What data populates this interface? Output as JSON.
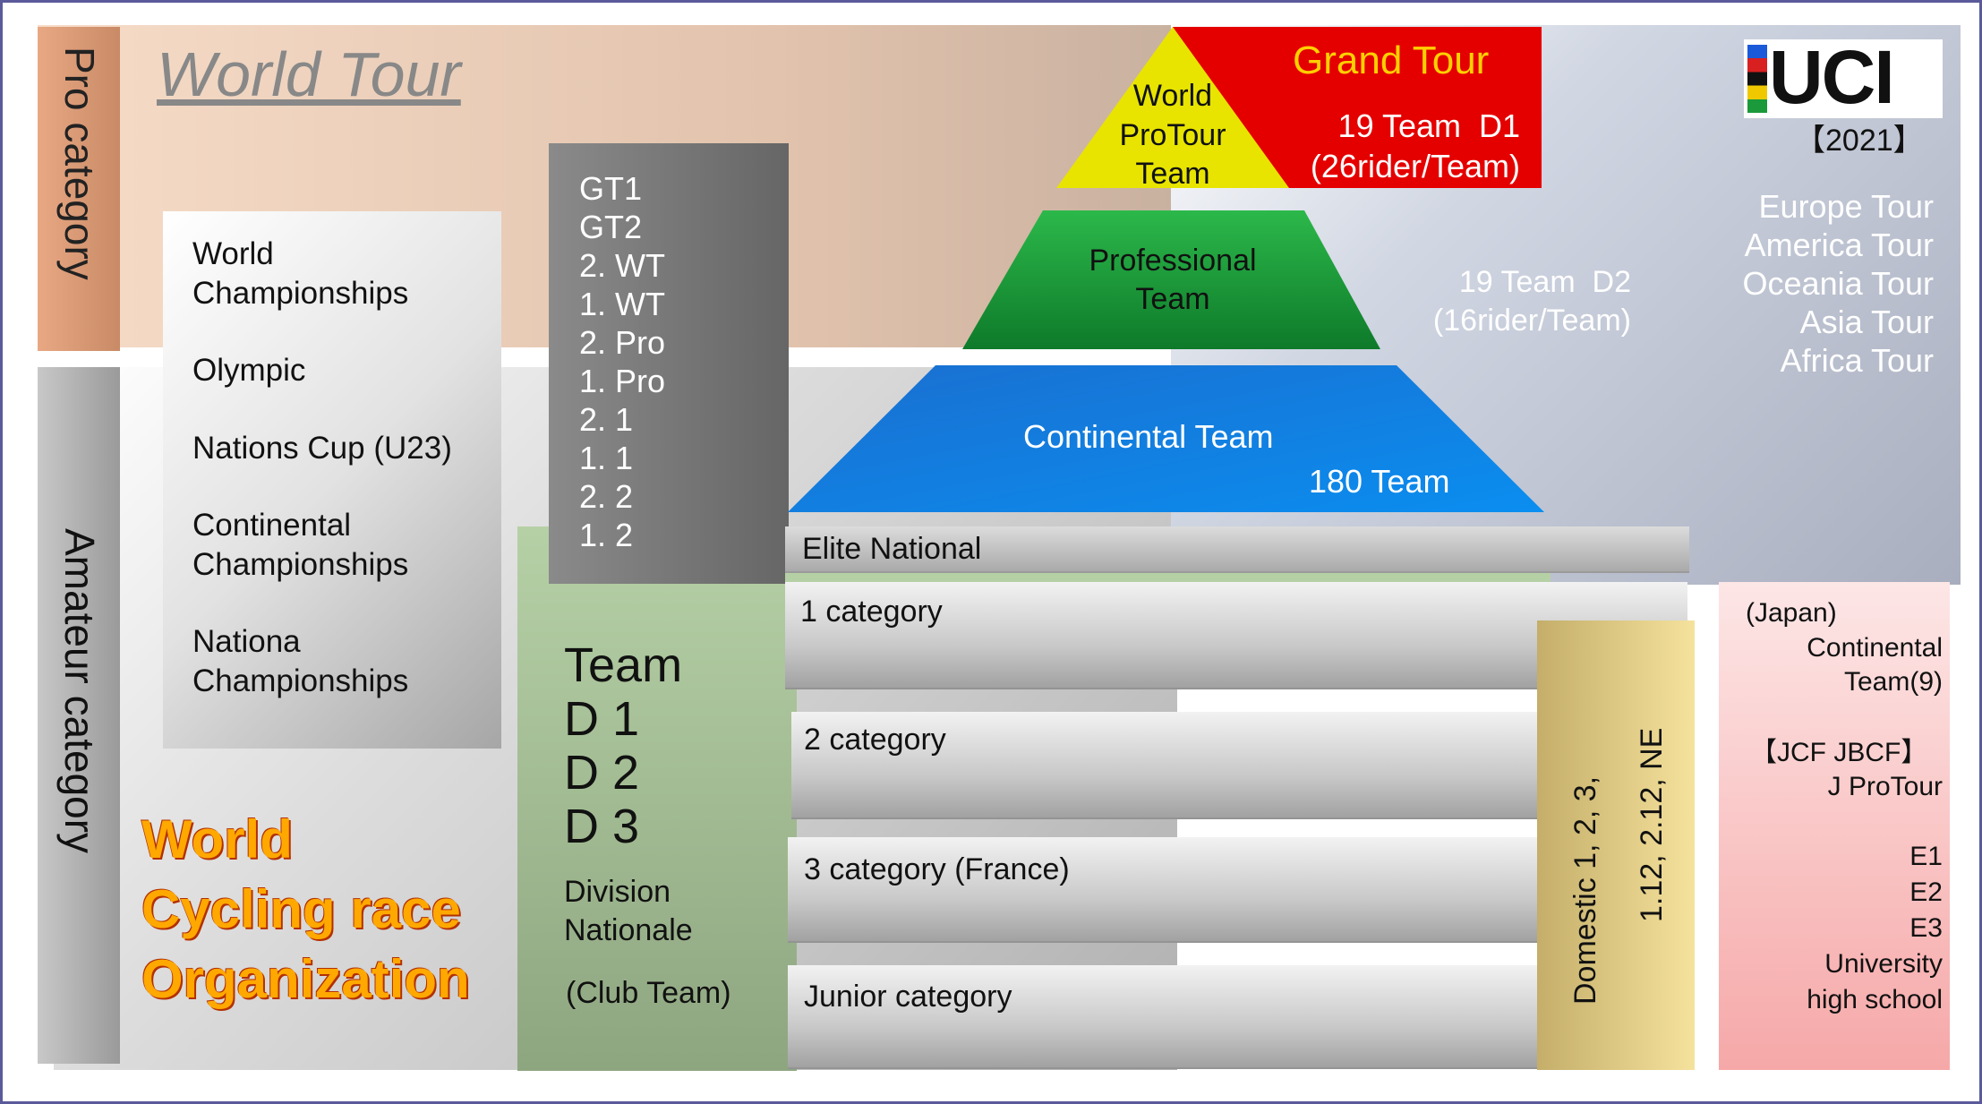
{
  "colors": {
    "grand_tour": "#e30000",
    "protour": "#e8e000",
    "professional": "#1a9c3a",
    "continental": "#0a7fe0",
    "pro_band": "#e8c8b0",
    "amateur_band": "#c9c9c9",
    "club_team": "#a9c59a",
    "domestic": "#e6d488",
    "japan": "#f6a8a8"
  },
  "header": {
    "title": "World Tour"
  },
  "side_labels": {
    "pro": "Pro category",
    "amateur": "Amateur category"
  },
  "logo": {
    "text": "UCI",
    "year": "【2021】"
  },
  "continental_tours": [
    "Europe Tour",
    "America Tour",
    "Oceania Tour",
    "Asia Tour",
    "Africa Tour"
  ],
  "pyramid": {
    "grand_tour": {
      "title": "Grand Tour",
      "detail": "19 Team  D1\n(26rider/Team)"
    },
    "protour": {
      "label": "World\nProTour\nTeam"
    },
    "professional": {
      "label": "Professional\nTeam",
      "detail": "19 Team  D2\n(16rider/Team)"
    },
    "continental": {
      "label": "Continental Team",
      "count": "180 Team"
    }
  },
  "competitions": [
    "World\nChampionships",
    "Olympic",
    "Nations Cup (U23)",
    "Continental\nChampionships",
    "Nationa\nChampionships"
  ],
  "race_classes": [
    "GT1",
    "GT2",
    "2. WT",
    "1. WT",
    "2. Pro",
    "1. Pro",
    "2. 1",
    "1. 1",
    "2. 2",
    "1. 2"
  ],
  "club": {
    "team_lines": [
      "Team",
      "D 1",
      "D 2",
      "D 3"
    ],
    "division": "Division\nNationale",
    "club": "(Club Team)"
  },
  "categories": [
    "Elite National",
    "1 category",
    "2 category",
    "3 category (France)",
    "Junior category"
  ],
  "domestic": {
    "line1": "Domestic 1, 2, 3,",
    "line2": "1.12,   2.12, NE"
  },
  "japan": {
    "country": "(Japan)",
    "continental": "Continental\nTeam(9)",
    "league": "【JCF JBCF】",
    "protour": "J ProTour",
    "levels": [
      "E1",
      "E2",
      "E3",
      "University",
      "high school"
    ]
  },
  "organization": {
    "lines": [
      "World",
      "Cycling race",
      "Organization"
    ]
  }
}
